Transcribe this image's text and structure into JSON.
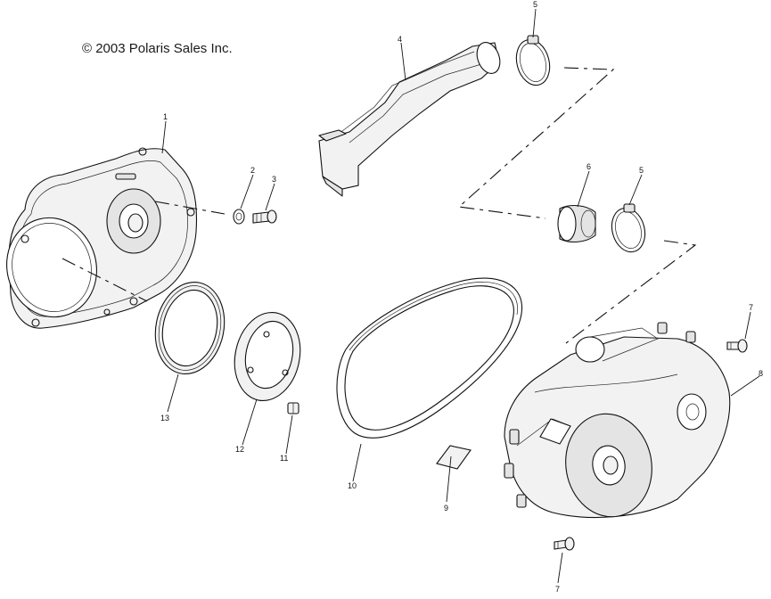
{
  "copyright": "© 2003 Polaris Sales Inc.",
  "callouts": [
    {
      "id": "c1",
      "label": "1"
    },
    {
      "id": "c2",
      "label": "2"
    },
    {
      "id": "c3",
      "label": "3"
    },
    {
      "id": "c4",
      "label": "4"
    },
    {
      "id": "c5a",
      "label": "5"
    },
    {
      "id": "c5b",
      "label": "5"
    },
    {
      "id": "c6",
      "label": "6"
    },
    {
      "id": "c7a",
      "label": "7"
    },
    {
      "id": "c7b",
      "label": "7"
    },
    {
      "id": "c8",
      "label": "8"
    },
    {
      "id": "c9",
      "label": "9"
    },
    {
      "id": "c10",
      "label": "10"
    },
    {
      "id": "c11",
      "label": "11"
    },
    {
      "id": "c12",
      "label": "12"
    },
    {
      "id": "c13",
      "label": "13"
    }
  ]
}
